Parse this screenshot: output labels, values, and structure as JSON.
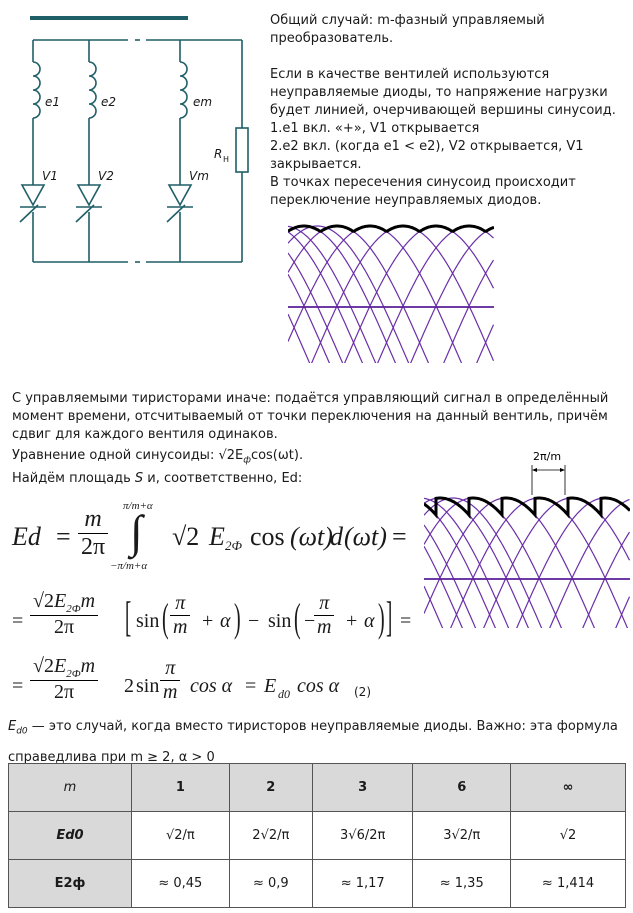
{
  "circuit": {
    "labels": {
      "e1": "e1",
      "e2": "e2",
      "em": "em",
      "v1": "V1",
      "v2": "V2",
      "vm": "Vm",
      "rh": "R",
      "rh_sub": "H"
    }
  },
  "intro": {
    "p1": "Общий случай: m-фазный управляемый преобразователь.",
    "p2": "Если в качестве вентилей используются неуправляемые диоды, то напряжение нагрузки будет линией, очерчивающей вершины синусоид.",
    "p3": "1.e1 вкл. «+», V1 открывается",
    "p4": "2.e2 вкл. (когда e1 < e2), V2 открывается, V1 закрывается.",
    "p5": "В точках пересечения синусоид происходит переключение неуправляемых диодов."
  },
  "controlled": {
    "p1": "С управляемыми тиристорами иначе: подаётся управляющий сигнал в определённый момент времени, отсчитываемый от точки переключения на данный вентиль, причём сдвиг для каждого вентиля одинаков.",
    "eq_label": "Уравнение одной синусоиды: √2E",
    "eq_sub": "ф",
    "eq_tail": "cos(ωt).",
    "area_pre": "Найдём площадь ",
    "area_s": "S",
    "area_post": " и, соответственно, Ed:"
  },
  "graph2": {
    "period_label": "2π/m"
  },
  "formula": {
    "ed": "Ed",
    "eq": "=",
    "m": "m",
    "two_pi": "2π",
    "upper": "π/m+α",
    "lower": "−π/m+α",
    "sqrt2": "√2",
    "e2f": "E",
    "e2f_sub": "2Ф",
    "cos": "cos",
    "wt": "(ωt)",
    "d": "d",
    "sin": "sin",
    "pi": "π",
    "alpha": "α",
    "plus": "+",
    "minus": "−",
    "two": "2",
    "cos_alpha": "cos α",
    "ed0": "E",
    "ed0_sub": "d0",
    "eq_num": "(2)"
  },
  "note": {
    "ed0": "E",
    "ed0_sub": "d0",
    "text": " — это случай, когда вместо тиристоров неуправляемые диоды. Важно: эта формула",
    "text2": "справедлива при m ≥ 2, α > 0"
  },
  "table": {
    "header": [
      "m",
      "1",
      "2",
      "3",
      "6",
      "∞"
    ],
    "rows": [
      [
        "Ed0",
        "√2/π",
        "2√2/π",
        "3√6/2π",
        "3√2/π",
        "√2"
      ],
      [
        "E2ф",
        "≈ 0,45",
        "≈ 0,9",
        "≈ 1,17",
        "≈ 1,35",
        "≈ 1,414"
      ]
    ]
  },
  "colors": {
    "wave": "#6a2fa8",
    "circuit": "#1f5f67",
    "axis": "#5a1f9a",
    "envelope": "#000000"
  }
}
